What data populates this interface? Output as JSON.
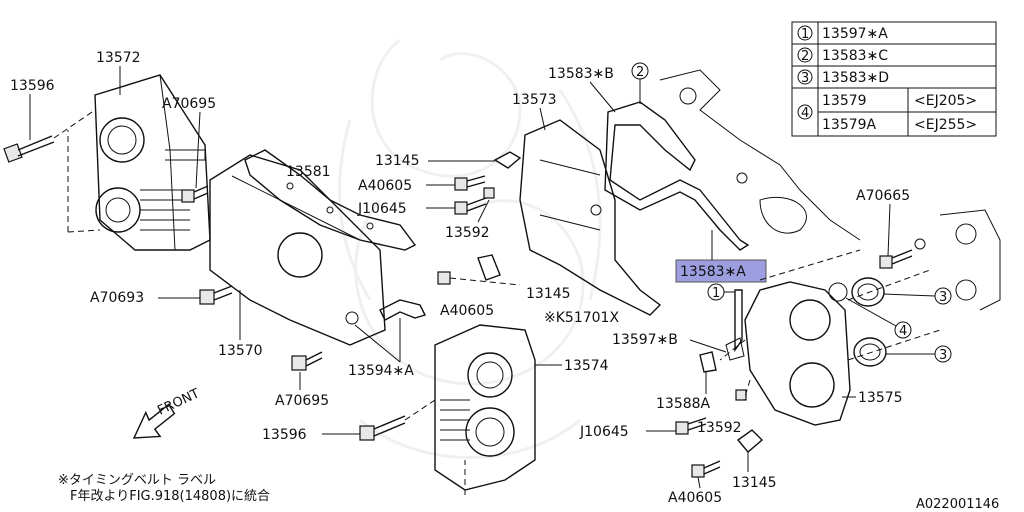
{
  "labels": {
    "p13572": "13572",
    "p13596_top": "13596",
    "pA70695_top": "A70695",
    "p13581": "13581",
    "pA70693": "A70693",
    "p13570": "13570",
    "pA70695_bot": "A70695",
    "p13594A": "13594∗A",
    "p13596_bot": "13596",
    "p13583B": "13583∗B",
    "p13573": "13573",
    "p13145_top": "13145",
    "pA40605_top": "A40605",
    "pJ10645_top": "J10645",
    "p13592_top": "13592",
    "p13145_mid": "13145",
    "pA40605_mid": "A40605",
    "pK51701X": "※K51701X",
    "p13597B": "13597∗B",
    "p13574": "13574",
    "p13583A": "13583∗A",
    "pA70665": "A70665",
    "p13588A": "13588A",
    "pJ10645_bot": "J10645",
    "p13592_bot": "13592",
    "p13575": "13575",
    "p13145_bot": "13145",
    "pA40605_bot": "A40605",
    "front": "FRONT"
  },
  "callouts": {
    "c1": "1",
    "c2": "2",
    "c3a": "3",
    "c3b": "3",
    "c4": "4"
  },
  "legend": {
    "rows": [
      {
        "num": "1",
        "part": "13597∗A",
        "note": ""
      },
      {
        "num": "2",
        "part": "13583∗C",
        "note": ""
      },
      {
        "num": "3",
        "part": "13583∗D",
        "note": ""
      },
      {
        "num": "4",
        "part": "13579",
        "note": "<EJ205>"
      },
      {
        "num": "",
        "part": "13579A",
        "note": "<EJ255>"
      }
    ]
  },
  "footnote": {
    "line1": "※タイミングベルト ラベル",
    "line2": "F年改よりFIG.918(14808)に統合"
  },
  "diagram_id": "A022001146",
  "colors": {
    "highlight": "#9c9ee0",
    "line": "#111111"
  }
}
